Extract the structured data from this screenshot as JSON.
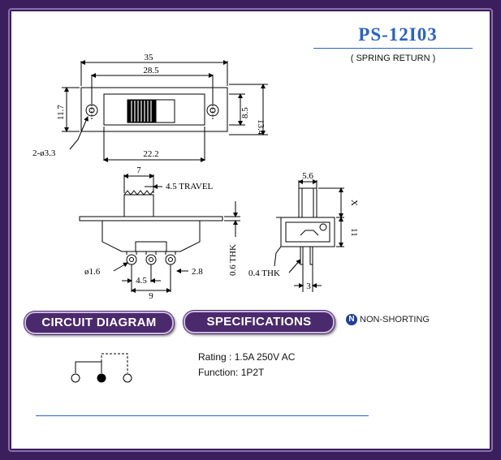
{
  "header": {
    "model": "PS-12I03",
    "subtitle": "( SPRING RETURN )"
  },
  "dimensions": {
    "overall_length": "35",
    "mount_spacing": "28.5",
    "body_length": "22.2",
    "width_outer": "11.7",
    "width_body": "8.5",
    "height_outer": "13.4",
    "hole_note": "2-ø3.3",
    "actuator": "7",
    "travel": "4.5  TRAVEL",
    "thickness_mount": "0.6  THK",
    "pin_dia": "ø1.6",
    "pin_pitch": "4.5",
    "pin_width": "2.8",
    "pin_span": "9",
    "side_width": "5.6",
    "side_x": "X",
    "side_height": "11",
    "side_thk": "0.4  THK",
    "side_pin": "3"
  },
  "sections": {
    "circuit": "CIRCUIT DIAGRAM",
    "specs": "SPECIFICATIONS",
    "badge_letter": "N",
    "non_shorting": "NON-SHORTING"
  },
  "specs": {
    "rating": "Rating : 1.5A 250V AC",
    "function": "Function: 1P2T"
  }
}
